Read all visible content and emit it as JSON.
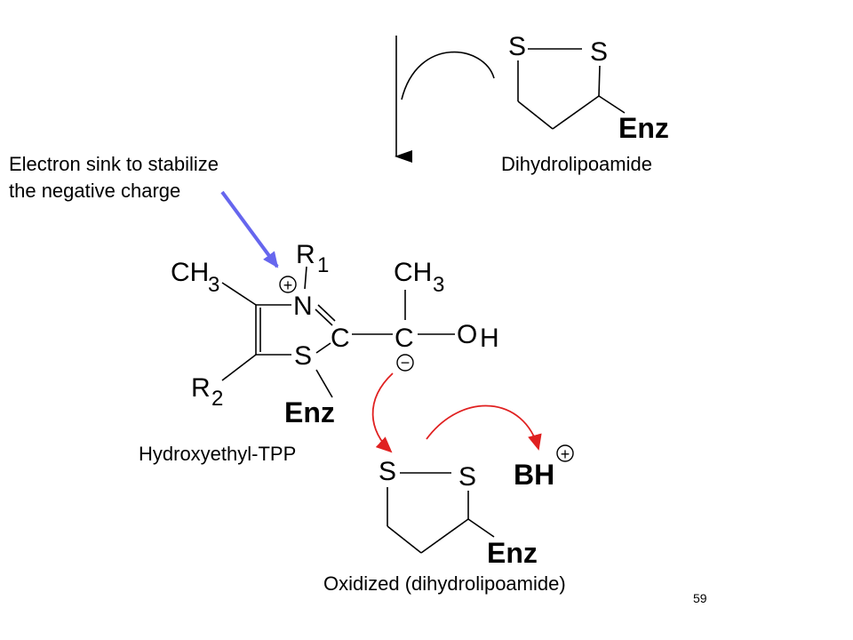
{
  "colors": {
    "background": "#ffffff",
    "black": "#000000",
    "red_arrow": "#e02020",
    "blue_arrow": "#6666ee"
  },
  "top_molecule": {
    "sulfur_left": "S",
    "sulfur_right": "S",
    "enzyme": "Enz",
    "caption": "Dihydrolipoamide"
  },
  "annotation": {
    "line1": "Electron sink to stabilize",
    "line2": "the negative charge"
  },
  "tpp": {
    "ch3_left": "CH",
    "ch3_left_sub": "3",
    "r1": "R",
    "r1_sub": "1",
    "nitrogen": "N",
    "carbon_ring": "C",
    "carbon_side": "C",
    "ch3_right": "CH",
    "ch3_right_sub": "3",
    "oxygen": "O",
    "hydrogen": "H",
    "sulfur": "S",
    "r2": "R",
    "r2_sub": "2",
    "enzyme": "Enz",
    "plus_charge": "+",
    "minus_charge": "−",
    "caption": "Hydroxyethyl-TPP"
  },
  "bottom_molecule": {
    "sulfur_left": "S",
    "sulfur_right": "S",
    "enzyme": "Enz",
    "caption": "Oxidized (dihydrolipoamide)"
  },
  "base": {
    "label": "BH",
    "charge": "+"
  },
  "page_number": "59"
}
